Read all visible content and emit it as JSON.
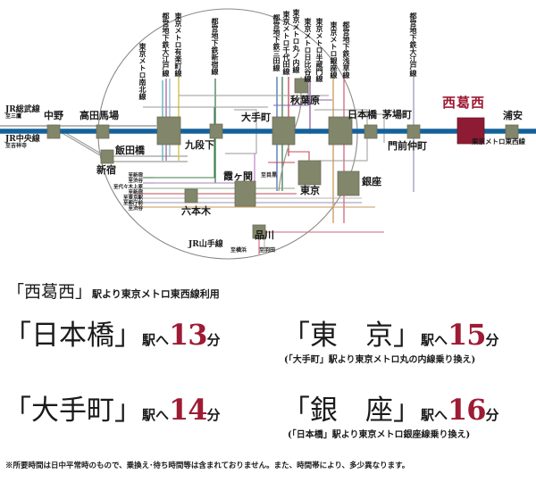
{
  "map": {
    "main_line_name": "東京メトロ東西線",
    "main_line_color": "#13619b",
    "highlight_color": "#8d1b34",
    "station_box_color": "#82866a",
    "loop_line_label": "JR山手線",
    "jr_lines": [
      {
        "name": "JR総武線",
        "dest": "至三鷹"
      },
      {
        "name": "JR中央線",
        "dest": "至吉祥寺"
      }
    ],
    "stations": [
      {
        "id": "nakano",
        "label": "中野"
      },
      {
        "id": "takadanobaba",
        "label": "高田馬場"
      },
      {
        "id": "shinjuku",
        "label": "新宿"
      },
      {
        "id": "iidabashi",
        "label": "飯田橋"
      },
      {
        "id": "kudanshita",
        "label": "九段下"
      },
      {
        "id": "otemachi",
        "label": "大手町"
      },
      {
        "id": "akihabara",
        "label": "秋葉原"
      },
      {
        "id": "nihonbashi",
        "label": "日本橋"
      },
      {
        "id": "kayabacho",
        "label": "茅場町"
      },
      {
        "id": "monzennakacho",
        "label": "門前仲町"
      },
      {
        "id": "nishikasai",
        "label": "西葛西"
      },
      {
        "id": "urayasu",
        "label": "浦安"
      },
      {
        "id": "tokyo",
        "label": "東京"
      },
      {
        "id": "ginza",
        "label": "銀座"
      },
      {
        "id": "kasumigaseki",
        "label": "霞ヶ関"
      },
      {
        "id": "roppongi",
        "label": "六本木"
      },
      {
        "id": "shinagawa",
        "label": "品川"
      }
    ],
    "vertical_lines": [
      {
        "id": "oedo-left",
        "label": "都営地下鉄大江戸線"
      },
      {
        "id": "yurakucho",
        "label": "東京メトロ有楽町線"
      },
      {
        "id": "namboku",
        "label": "東京メトロ南北線"
      },
      {
        "id": "shinjuku-line",
        "label": "都営地下鉄新宿線"
      },
      {
        "id": "mita",
        "label": "都営地下鉄三田線"
      },
      {
        "id": "chiyoda",
        "label": "東京メトロ千代田線"
      },
      {
        "id": "marunouchi",
        "label": "東京メトロ丸ノ内線"
      },
      {
        "id": "hibiya",
        "label": "東京メトロ日比谷線"
      },
      {
        "id": "hanzomon",
        "label": "東京メトロ半蔵門線"
      },
      {
        "id": "ginza-line",
        "label": "東京メトロ銀座線"
      },
      {
        "id": "asakusa",
        "label": "都営地下鉄浅草線"
      },
      {
        "id": "oedo-right",
        "label": "都営地下鉄大江戸線"
      }
    ],
    "destinations": [
      {
        "id": "d1",
        "label": "至新宿"
      },
      {
        "id": "d2",
        "label": "至渋谷"
      },
      {
        "id": "d3",
        "label": "至代々木上原"
      },
      {
        "id": "d4",
        "label": "至新宿"
      },
      {
        "id": "d5",
        "label": "至東京駅"
      },
      {
        "id": "d6",
        "label": "至都庁前"
      },
      {
        "id": "d7",
        "label": "至渋谷"
      },
      {
        "id": "meguro",
        "label": "至目黒"
      },
      {
        "id": "yokohama",
        "label": "至横浜"
      },
      {
        "id": "haneda",
        "label": "至羽田"
      }
    ]
  },
  "text": {
    "intro_quoted": "「西葛西」",
    "intro_rest": "駅より東京メトロ東西線利用",
    "routes": [
      {
        "id": "nihonbashi",
        "quoted": "「日本橋」",
        "to": "駅へ",
        "minutes": "13",
        "unit": "分",
        "note": ""
      },
      {
        "id": "tokyo",
        "quoted": "「東　京」",
        "to": "駅へ",
        "minutes": "15",
        "unit": "分",
        "note": "(「大手町」駅より東京メトロ丸の内線乗り換え)"
      },
      {
        "id": "otemachi",
        "quoted": "「大手町」",
        "to": "駅へ",
        "minutes": "14",
        "unit": "分",
        "note": ""
      },
      {
        "id": "ginza",
        "quoted": "「銀　座」",
        "to": "駅へ",
        "minutes": "16",
        "unit": "分",
        "note": "(「日本橋」駅より東京メトロ銀座線乗り換え)"
      }
    ],
    "footnote": "※所要時間は日中平常時のもので、乗換え･待ち時間等は含まれておりません。また、時間帯により、多少異なります。"
  }
}
